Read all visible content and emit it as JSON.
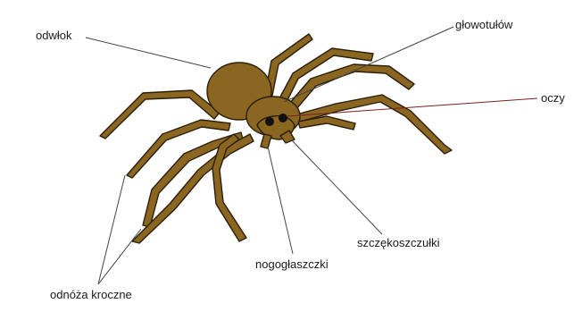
{
  "diagram": {
    "labels": {
      "abdomen": "odwłok",
      "cephalothorax": "głowotułów",
      "eyes": "oczy",
      "chelicerae": "szczękoszczułki",
      "pedipalps": "nogogłaszczki",
      "walking_legs": "odnóża kroczne"
    },
    "colors": {
      "body": "#8a6620",
      "outline": "#2a1f0a",
      "eyes": "#111111",
      "eyes_leader": "#7a2020"
    }
  }
}
